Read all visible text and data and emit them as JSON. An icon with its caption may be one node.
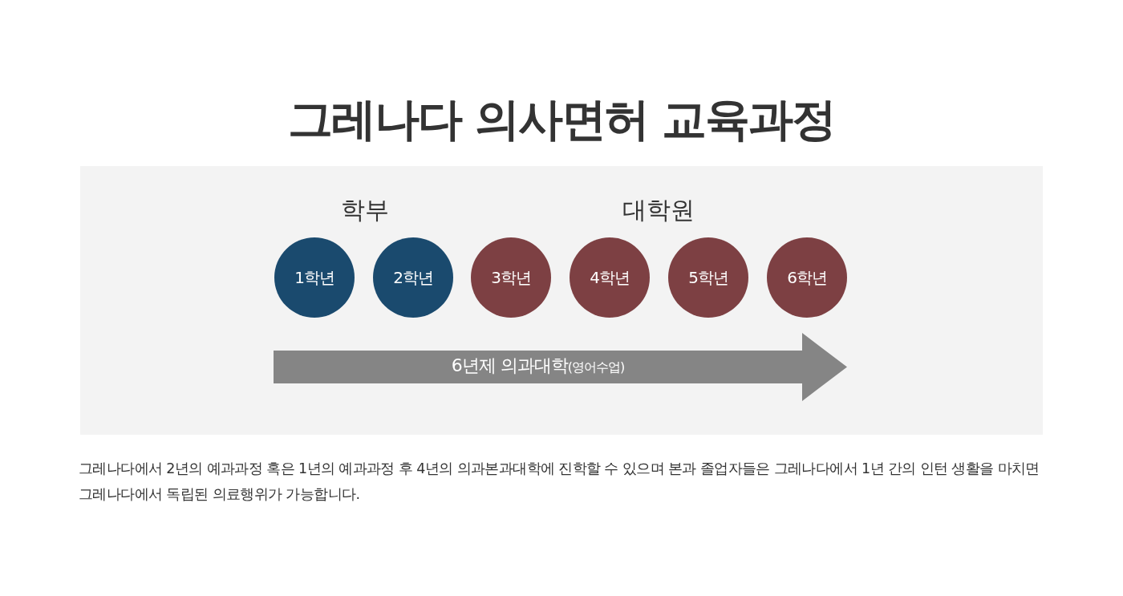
{
  "diagram": {
    "title": "그레나다 의사면허 교육과정",
    "caption": "그레나다에서 2년의 예과과정 혹은 1년의 예과과정 후 4년의 의과본과대학에 진학할 수 있으며 본과 졸업자들은 그레나다에서 1년 간의 인턴 생활을 마치면 그레나다에서 독립된 의료행위가 가능합니다.",
    "nodes": [
      {
        "text": [
          "1학년"
        ]
      },
      {
        "text": [
          "2학년"
        ]
      },
      {
        "text": [
          "3학년"
        ]
      },
      {
        "text": [
          "4학년"
        ]
      },
      {
        "text": [
          "5학년"
        ]
      },
      {
        "text": [
          "6학년"
        ]
      },
      {
        "text": [
          "6년제 의과대학",
          "(영어수업)"
        ]
      }
    ],
    "edges": [],
    "labels": [
      "학부",
      "대학원"
    ]
  }
}
